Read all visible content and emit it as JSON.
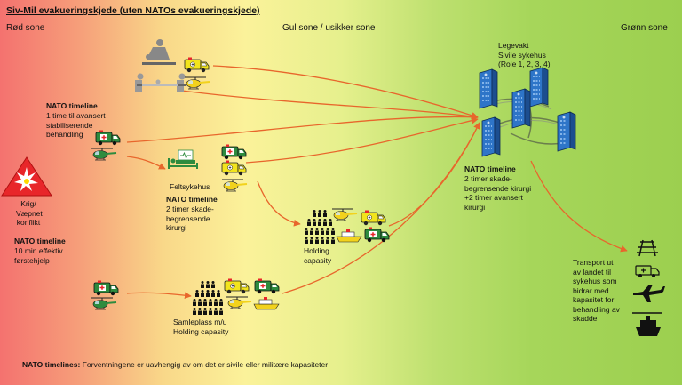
{
  "title": "Siv-Mil evakueringskjede (uten NATOs evakueringskjede)",
  "zones": {
    "red": "Rød sone",
    "yellow": "Gul sone / usikker sone",
    "green": "Grønn sone"
  },
  "conflict": {
    "label": "Krig/\nVæpnet\nkonflikt",
    "timeline_heading": "NATO timeline",
    "timeline_text": "10 min effektiv\nførstehjelp"
  },
  "stabilize": {
    "timeline_heading": "NATO timeline",
    "timeline_text": "1 time til avansert\nstabiliserende\nbehandling"
  },
  "field_hospital": {
    "label": "Feltsykehus",
    "timeline_heading": "NATO timeline",
    "timeline_text": "2 timer skade-\nbegrensende\nkirurgi"
  },
  "holding": {
    "label": "Holding\ncapasity"
  },
  "collection": {
    "label": "Samleplass m/u\nHolding capasity"
  },
  "hospitals": {
    "label": "Legevakt\nSivile sykehus\n(Role 1, 2, 3, 4)",
    "timeline_heading": "NATO timeline",
    "timeline_text": "2 timer skade-\nbegrensende kirurgi\n+2 timer avansert\nkirurgi"
  },
  "transport": {
    "label": "Transport ut\nav landet til\nsykehus som\nbidrar med\nkapasitet for\nbehandling av\nskadde"
  },
  "footer": {
    "heading": "NATO timelines:",
    "text": " Forventningene er uavhengig av om det er sivile eller militære kapasiteter"
  },
  "colors": {
    "arrow": "#e8662c",
    "ambulance_yellow": "#f2e41c",
    "ambulance_green": "#2e8b3e",
    "helicopter_yellow": "#f2d21c",
    "building_blue": "#2e75c8",
    "warning_red": "#e8262a"
  },
  "icons": [
    "explosion-warning-icon",
    "first-aid-icon",
    "stretcher-icon",
    "ambulance-icon",
    "helicopter-icon",
    "field-hospital-bed-icon",
    "people-group-icon",
    "ship-icon",
    "hospital-building-icon",
    "train-icon",
    "airplane-icon"
  ]
}
